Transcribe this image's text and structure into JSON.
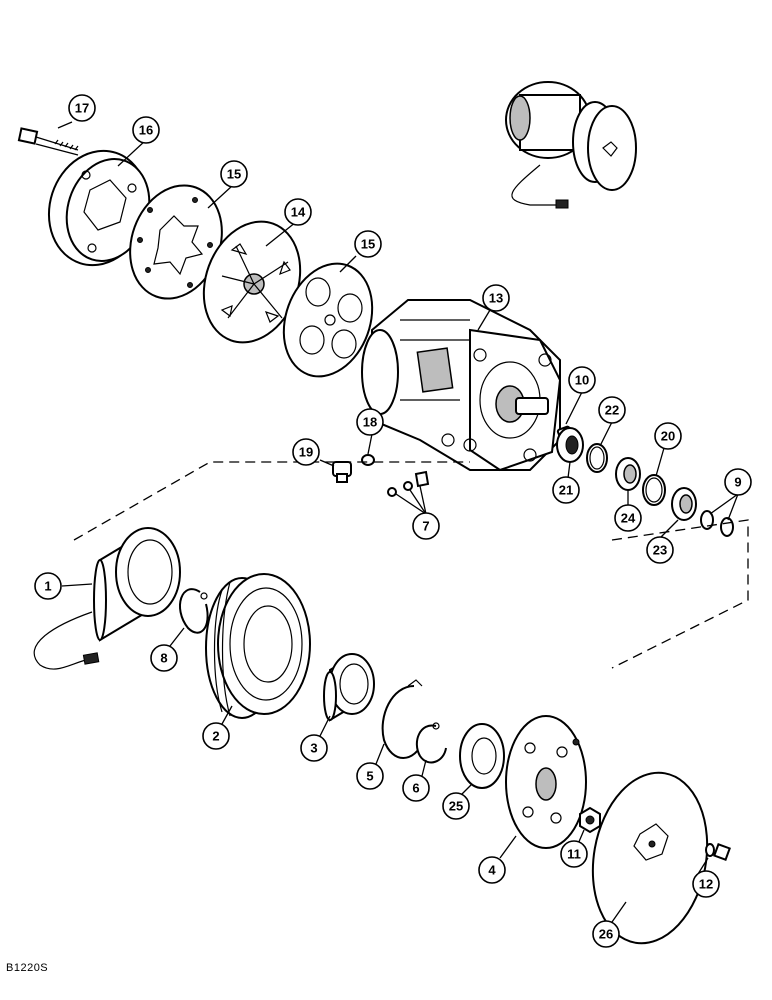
{
  "figure_id": "B1220S",
  "callouts": [
    "1",
    "2",
    "3",
    "4",
    "5",
    "6",
    "7",
    "8",
    "9",
    "10",
    "11",
    "12",
    "13",
    "14",
    "15",
    "16",
    "17",
    "18",
    "19",
    "20",
    "21",
    "22",
    "23",
    "24",
    "25",
    "26"
  ]
}
